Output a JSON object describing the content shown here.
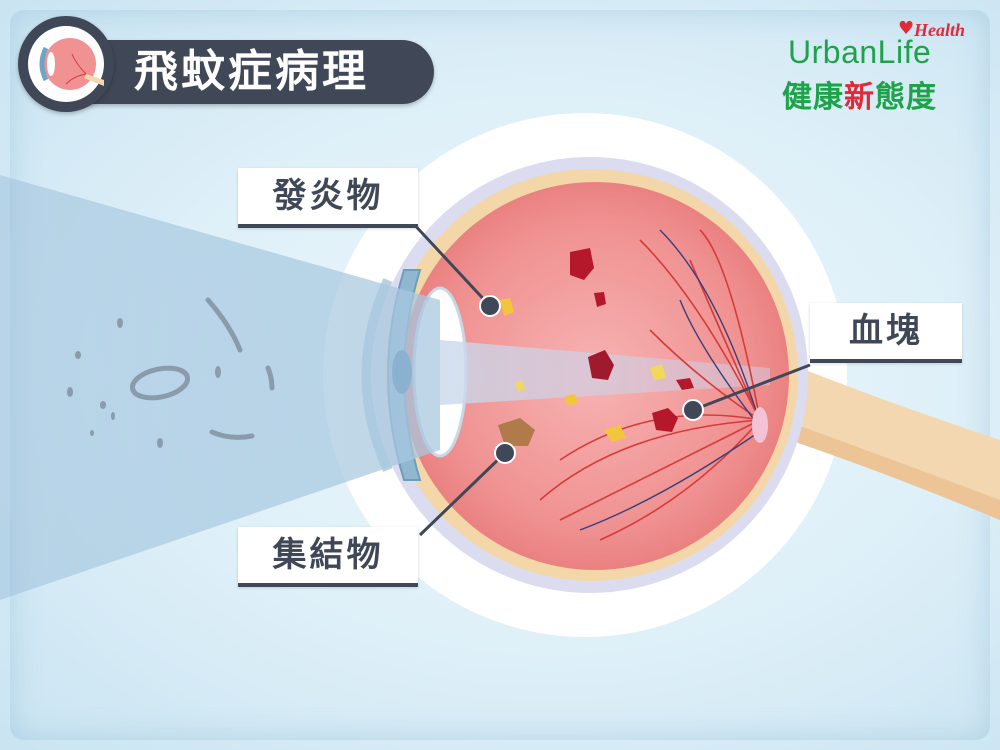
{
  "title": "飛蚊症病理",
  "logo": {
    "brand": "UrbanLife",
    "tag": "Health",
    "cn_main": "健康",
    "cn_accent": "新",
    "cn_end": "態度"
  },
  "labels": {
    "inflammation": "發炎物",
    "aggregate": "集結物",
    "blood_clot": "血塊"
  },
  "colors": {
    "pill": "#404858",
    "eyeball": "#f08e8e",
    "floater": "#8a9bab",
    "vessel": "#d63a3a"
  }
}
